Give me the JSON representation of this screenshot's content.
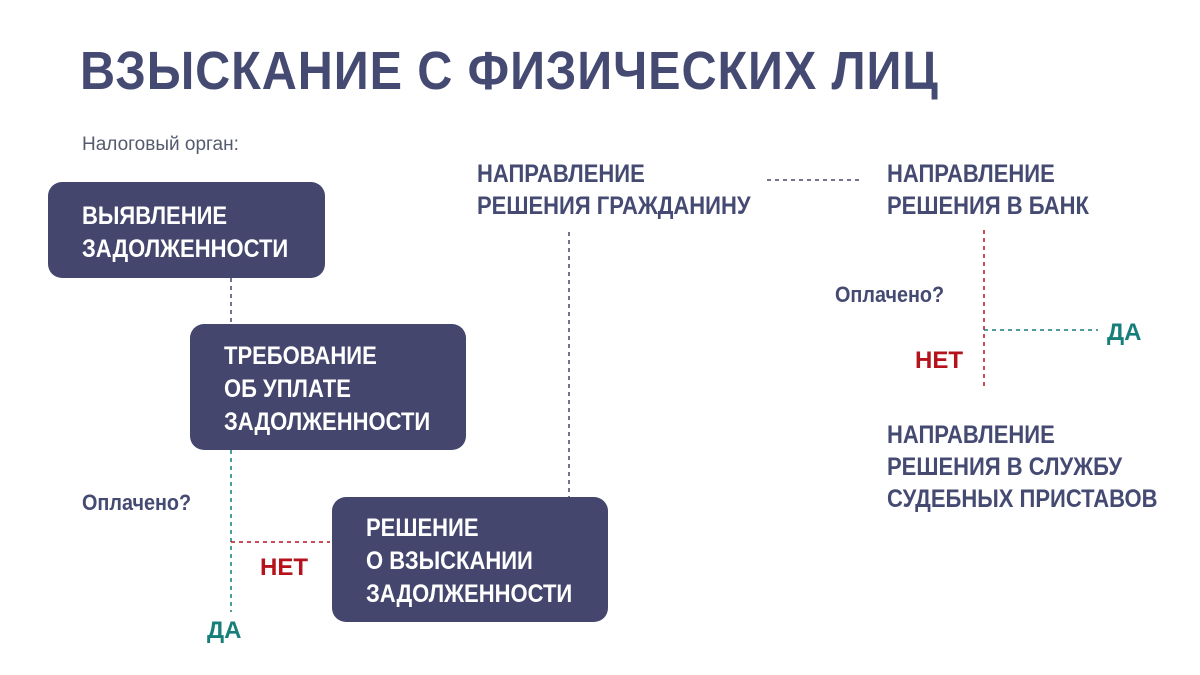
{
  "title": "ВЗЫСКАНИЕ С ФИЗИЧЕСКИХ ЛИЦ",
  "subtitle": "Налоговый орган:",
  "boxes": {
    "detect": [
      "ВЫЯВЛЕНИЕ",
      "ЗАДОЛЖЕННОСТИ"
    ],
    "demand": [
      "ТРЕБОВАНИЕ",
      "ОБ УПЛАТЕ",
      "ЗАДОЛЖЕННОСТИ"
    ],
    "decision": [
      "РЕШЕНИЕ",
      "О ВЗЫСКАНИИ",
      "ЗАДОЛЖЕННОСТИ"
    ]
  },
  "steps": {
    "to_citizen": [
      "НАПРАВЛЕНИЕ",
      "РЕШЕНИЯ ГРАЖДАНИНУ"
    ],
    "to_bank": [
      "НАПРАВЛЕНИЕ",
      "РЕШЕНИЯ В БАНК"
    ],
    "to_bailiffs": [
      "НАПРАВЛЕНИЕ",
      "РЕШЕНИЯ В СЛУЖБУ",
      "СУДЕБНЫХ ПРИСТАВОВ"
    ]
  },
  "questions": {
    "left": "Оплачено?",
    "right": "Оплачено?"
  },
  "answers": {
    "left_no": "НЕТ",
    "left_yes": "ДА",
    "right_no": "НЕТ",
    "right_yes": "ДА"
  },
  "colors": {
    "primary": "#44466e",
    "no": "#b5121b",
    "yes": "#167f7a"
  }
}
